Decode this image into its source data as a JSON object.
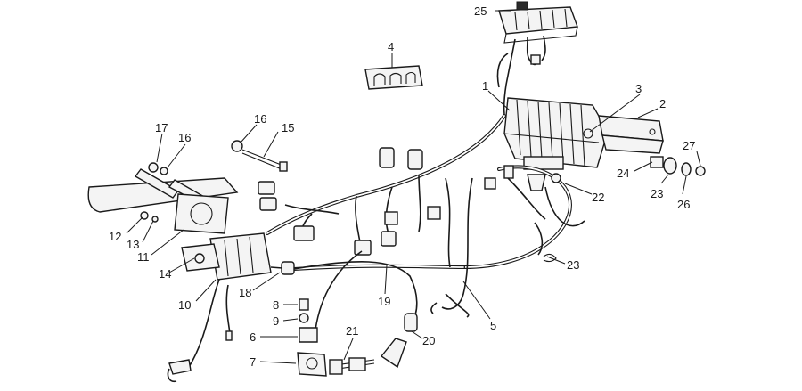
{
  "callouts": [
    {
      "id": "c1",
      "text": "1"
    },
    {
      "id": "c2",
      "text": "2"
    },
    {
      "id": "c3",
      "text": "3"
    },
    {
      "id": "c4",
      "text": "4"
    },
    {
      "id": "c5",
      "text": "5"
    },
    {
      "id": "c6",
      "text": "6"
    },
    {
      "id": "c7",
      "text": "7"
    },
    {
      "id": "c8",
      "text": "8"
    },
    {
      "id": "c9",
      "text": "9"
    },
    {
      "id": "c10",
      "text": "10"
    },
    {
      "id": "c11",
      "text": "11"
    },
    {
      "id": "c12",
      "text": "12"
    },
    {
      "id": "c13",
      "text": "13"
    },
    {
      "id": "c14",
      "text": "14"
    },
    {
      "id": "c15",
      "text": "15"
    },
    {
      "id": "c16a",
      "text": "16"
    },
    {
      "id": "c16b",
      "text": "16"
    },
    {
      "id": "c17",
      "text": "17"
    },
    {
      "id": "c18",
      "text": "18"
    },
    {
      "id": "c19",
      "text": "19"
    },
    {
      "id": "c20",
      "text": "20"
    },
    {
      "id": "c21",
      "text": "21"
    },
    {
      "id": "c22",
      "text": "22"
    },
    {
      "id": "c23a",
      "text": "23"
    },
    {
      "id": "c23b",
      "text": "23"
    },
    {
      "id": "c24",
      "text": "24"
    },
    {
      "id": "c25",
      "text": "25"
    },
    {
      "id": "c26",
      "text": "26"
    },
    {
      "id": "c27",
      "text": "27"
    }
  ]
}
